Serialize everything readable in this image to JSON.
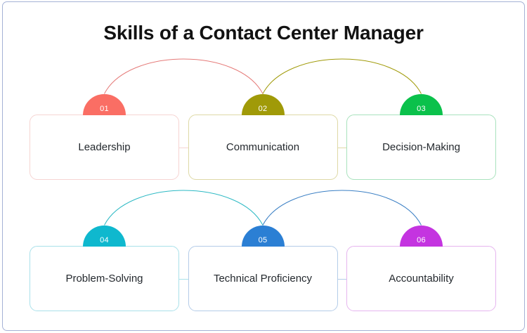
{
  "page": {
    "title": "Skills of a Contact Center Manager",
    "border_color": "#a5b2d6",
    "background": "#ffffff"
  },
  "rows": [
    {
      "id": "row-1",
      "items": [
        {
          "number": "01",
          "label": "Leadership",
          "color": "#fa6e64",
          "border_color": "#f6d4d2"
        },
        {
          "number": "02",
          "label": "Communication",
          "color": "#a09a08",
          "border_color": "#ded9a6"
        },
        {
          "number": "03",
          "label": "Decision-Making",
          "color": "#0bc14b",
          "border_color": "#a9e2bd"
        }
      ]
    },
    {
      "id": "row-2",
      "items": [
        {
          "number": "04",
          "label": "Problem-Solving",
          "color": "#0fb8ce",
          "border_color": "#a9e1ea"
        },
        {
          "number": "05",
          "label": "Technical Proficiency",
          "color": "#2b7fd4",
          "border_color": "#b4cce8"
        },
        {
          "number": "06",
          "label": "Accountability",
          "color": "#c434e0",
          "border_color": "#e6b5ef"
        }
      ]
    }
  ],
  "arcs": [
    {
      "id": "arc-01-02",
      "from": "01",
      "to": "02",
      "color": "#e57a78"
    },
    {
      "id": "arc-02-03",
      "from": "02",
      "to": "03",
      "color": "#a09a08"
    },
    {
      "id": "arc-04-05",
      "from": "04",
      "to": "05",
      "color": "#2cb9c4"
    },
    {
      "id": "arc-05-06",
      "from": "05",
      "to": "06",
      "color": "#3a7fc4"
    }
  ]
}
